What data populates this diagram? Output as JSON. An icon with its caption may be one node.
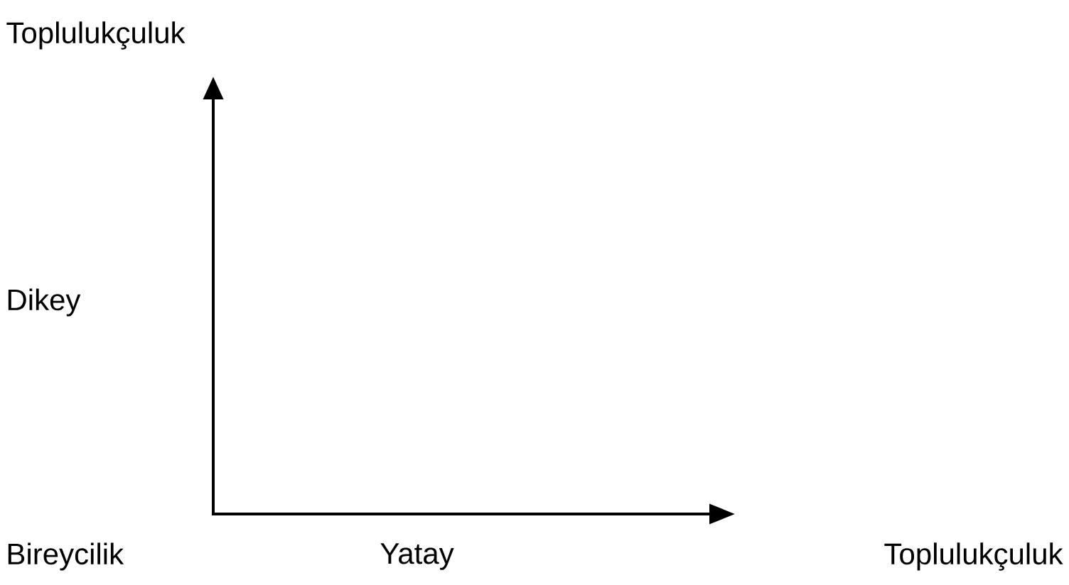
{
  "diagram": {
    "labels": [
      "Toplulukçuluk",
      "Dikey",
      "Bireycilik",
      "Yatay",
      "Toplulukçuluk"
    ]
  }
}
